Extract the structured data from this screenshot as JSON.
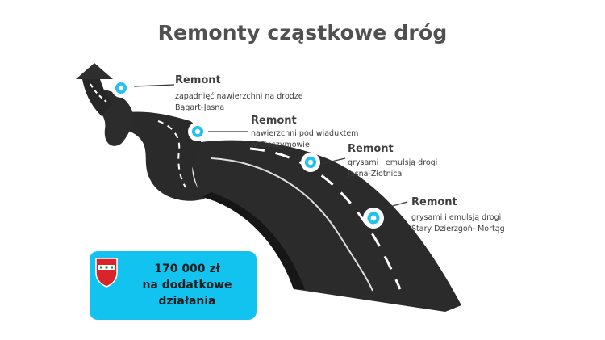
{
  "title": "Remonty cząstkowe dróg",
  "points": [
    {
      "heading": "Remont",
      "lines": [
        "zapadnięć nawierzchni na drodze",
        "Bągart-Jasna"
      ]
    },
    {
      "heading": "Remont",
      "lines": [
        "nawierzchni pod wiaduktem",
        " w Cieszymowie"
      ]
    },
    {
      "heading": "Remont",
      "lines": [
        "grysami i emulsją drogi",
        "Jasna-Złotnica"
      ]
    },
    {
      "heading": "Remont",
      "lines": [
        "grysami  i emulsją drogi",
        "Stary Dzierzgoń- Mortąg"
      ]
    }
  ],
  "cost": {
    "lines": [
      "170 000 zł",
      "na dodatkowe",
      "działania"
    ]
  },
  "colors": {
    "road": "#2a2a2a",
    "road_edge": "#141414",
    "marker": "#20c2ee",
    "cost_box": "#12c3ef",
    "title": "#505050",
    "crest_red": "#d9242a"
  },
  "icons": [
    "arrow-up-icon",
    "marker-icon",
    "coat-of-arms-icon"
  ]
}
